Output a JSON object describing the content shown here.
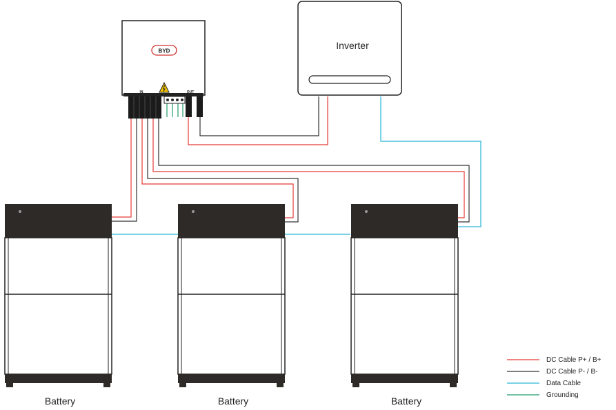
{
  "combiner": {
    "logo": "BYD",
    "in_label": "IN",
    "out_label": "OUT"
  },
  "inverter": {
    "label": "Inverter"
  },
  "batteries": [
    {
      "label": "Battery"
    },
    {
      "label": "Battery"
    },
    {
      "label": "Battery"
    }
  ],
  "legend": {
    "items": [
      {
        "label": "DC Cable P+ / B+",
        "color": "#e53935"
      },
      {
        "label": "DC Cable P- / B-",
        "color": "#333333"
      },
      {
        "label": "Data Cable",
        "color": "#29b6d6"
      },
      {
        "label": "Grounding",
        "color": "#1e9e6a"
      }
    ]
  },
  "colors": {
    "red": "#e53935",
    "black": "#333333",
    "cyan": "#29b6d6",
    "green": "#1e9e6a",
    "battery_body": "#2e2a28"
  }
}
